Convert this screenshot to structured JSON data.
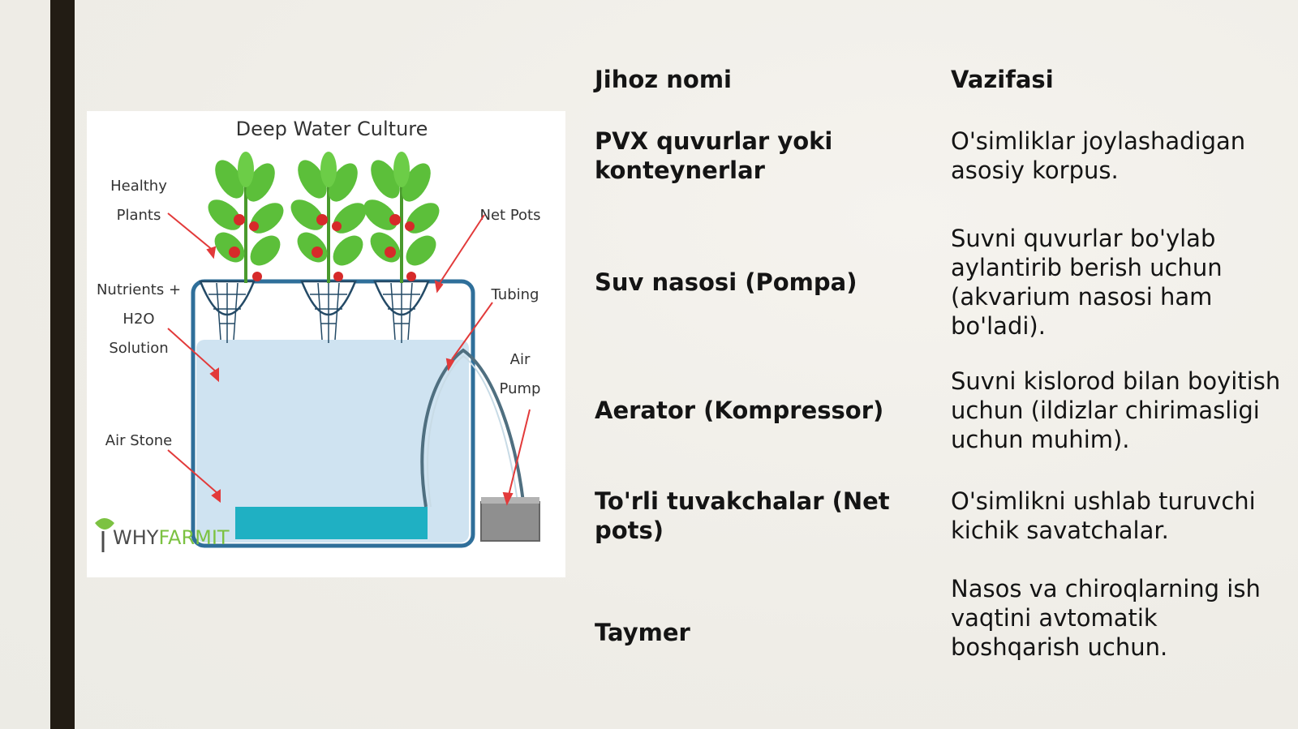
{
  "figure": {
    "title": "Deep Water Culture",
    "labels": {
      "healthy_plants_1": "Healthy",
      "healthy_plants_2": "Plants",
      "net_pots": "Net Pots",
      "nutrients_1": "Nutrients +",
      "nutrients_2": "H2O",
      "nutrients_3": "Solution",
      "tubing": "Tubing",
      "air_pump_1": "Air",
      "air_pump_2": "Pump",
      "air_stone": "Air Stone"
    },
    "logo": {
      "part1": "WHY",
      "part2": "FARMIT"
    }
  },
  "table": {
    "headers": {
      "name": "Jihoz nomi",
      "function": "Vazifasi"
    },
    "rows": [
      {
        "name": "PVX quvurlar yoki konteynerlar",
        "function": "O'simliklar joylashadigan asosiy korpus."
      },
      {
        "name": "Suv nasosi (Pompa)",
        "function": "Suvni quvurlar bo'ylab aylantirib berish uchun (akvarium nasosi ham bo'ladi)."
      },
      {
        "name": "Aerator (Kompressor)",
        "function": "Suvni kislorod bilan boyitish uchun (ildizlar chirimasligi uchun muhim)."
      },
      {
        "name": "To'rli tuvakchalar (Net pots)",
        "function": "O'simlikni ushlab turuvchi kichik savatchalar."
      },
      {
        "name": "Taymer",
        "function": "Nasos va chiroqlarning ish vaqtini avtomatik boshqarish uchun."
      }
    ]
  },
  "colors": {
    "background": "#f1efea",
    "accent_bar": "#221c14",
    "water": "#cfe3f1",
    "air_stone": "#1fb0c3",
    "tank_outline": "#2f6f9a",
    "arrow": "#e23a3a",
    "leaf": "#5cbf3a",
    "tomato": "#d62a2a",
    "logo_dark": "#4c4c4c",
    "logo_green": "#7cc242"
  }
}
